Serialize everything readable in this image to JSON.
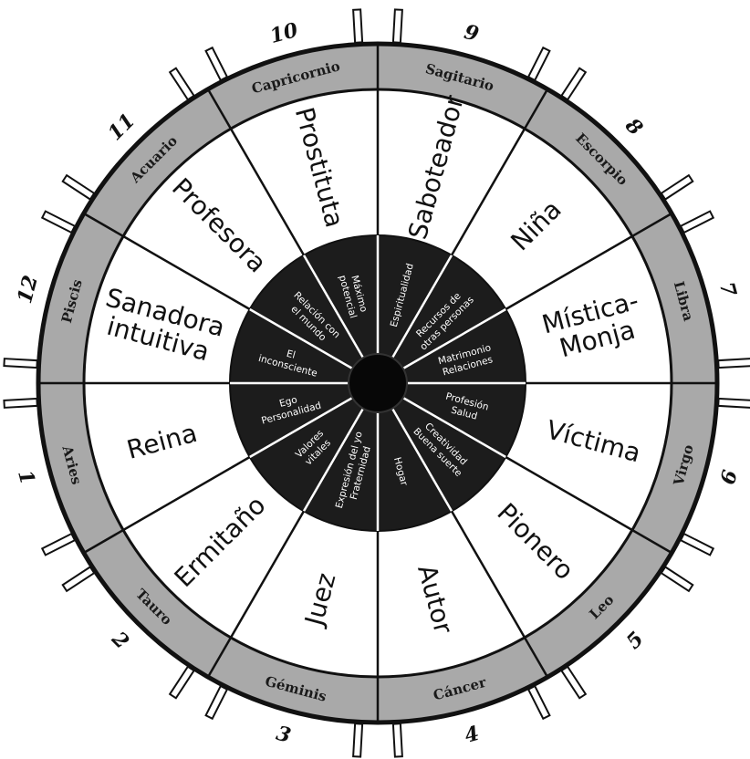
{
  "colors": {
    "background": "#ffffff",
    "zodiac_band": "#a9a9a9",
    "inner_disc": "#1c1c1c",
    "center_hub": "#070707",
    "lines": "#111111",
    "inner_text": "#ffffff"
  },
  "sectors": [
    {
      "house": "9",
      "sign": "Sagitario",
      "archetype": [
        "Saboteador"
      ],
      "meaning": [
        "Espiritualidad"
      ]
    },
    {
      "house": "8",
      "sign": "Escorpio",
      "archetype": [
        "Niña"
      ],
      "meaning": [
        "Recursos de",
        "otras personas"
      ]
    },
    {
      "house": "7",
      "sign": "Libra",
      "archetype": [
        "Mística-",
        "Monja"
      ],
      "meaning": [
        "Matrimonio",
        "Relaciones"
      ]
    },
    {
      "house": "6",
      "sign": "Virgo",
      "archetype": [
        "Víctima"
      ],
      "meaning": [
        "Profesión",
        "Salud"
      ]
    },
    {
      "house": "5",
      "sign": "Leo",
      "archetype": [
        "Pionero"
      ],
      "meaning": [
        "Creatividad",
        "Buena suerte"
      ]
    },
    {
      "house": "4",
      "sign": "Cáncer",
      "archetype": [
        "Autor"
      ],
      "meaning": [
        "Hogar"
      ]
    },
    {
      "house": "3",
      "sign": "Géminis",
      "archetype": [
        "Juez"
      ],
      "meaning": [
        "Expresión del yo",
        "Fraternidad"
      ]
    },
    {
      "house": "2",
      "sign": "Tauro",
      "archetype": [
        "Ermitaño"
      ],
      "meaning": [
        "Valores",
        "vitales"
      ]
    },
    {
      "house": "1",
      "sign": "Aries",
      "archetype": [
        "Reina"
      ],
      "meaning": [
        "Ego",
        "Personalidad"
      ]
    },
    {
      "house": "12",
      "sign": "Piscis",
      "archetype": [
        "Sanadora",
        "intuitiva"
      ],
      "meaning": [
        "El",
        "inconsciente"
      ]
    },
    {
      "house": "11",
      "sign": "Acuario",
      "archetype": [
        "Profesora"
      ],
      "meaning": [
        "Relación con",
        "el mundo"
      ]
    },
    {
      "house": "10",
      "sign": "Capricornio",
      "archetype": [
        "Prostituta"
      ],
      "meaning": [
        "Máximo",
        "potencial"
      ]
    }
  ]
}
